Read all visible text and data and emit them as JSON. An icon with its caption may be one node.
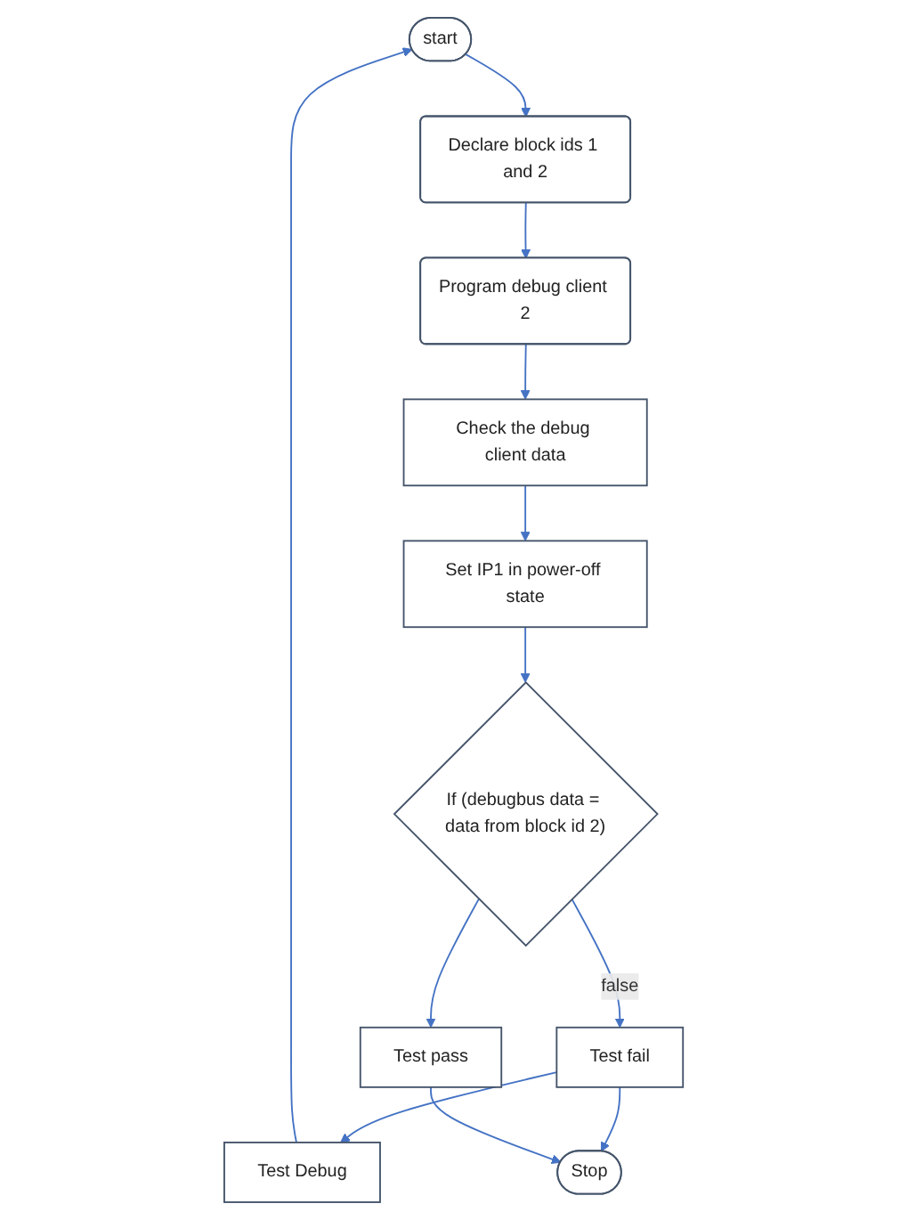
{
  "diagram": {
    "nodes": [
      {
        "text": [
          "start"
        ]
      },
      {
        "text": [
          "Declare block ids 1 and 2"
        ]
      },
      {
        "text": [
          "Program debug client 2"
        ]
      },
      {
        "text": [
          "Test Debug"
        ]
      },
      {
        "text": [
          "Check the debug client data"
        ]
      },
      {
        "text": [
          "Set IP1 in power-off state"
        ]
      },
      {
        "text": [
          "If (debugbus data = data from block id 2)"
        ]
      },
      {
        "text": [
          "Test fail"
        ]
      },
      {
        "text": [
          "Test pass"
        ]
      },
      {
        "text": [
          "Stop"
        ]
      }
    ],
    "edges": [
      {
        "from": 0,
        "to": 1,
        "arrow": "to"
      },
      {
        "from": 1,
        "to": 2,
        "arrow": "to"
      },
      {
        "from": 2,
        "to": 4,
        "arrow": "to"
      },
      {
        "from": 4,
        "to": 5,
        "arrow": "to"
      },
      {
        "from": 5,
        "to": 6,
        "arrow": "to"
      },
      {
        "from": 6,
        "to": 7,
        "arrow": "to",
        "label": "false"
      },
      {
        "from": 6,
        "to": 8,
        "arrow": "to"
      },
      {
        "from": 7,
        "to": 3,
        "arrow": "to"
      },
      {
        "from": 3,
        "to": 0,
        "arrow": "to"
      },
      {
        "from": 7,
        "to": 9,
        "arrow": "to"
      },
      {
        "from": 8,
        "to": 9,
        "arrow": "to"
      }
    ]
  }
}
